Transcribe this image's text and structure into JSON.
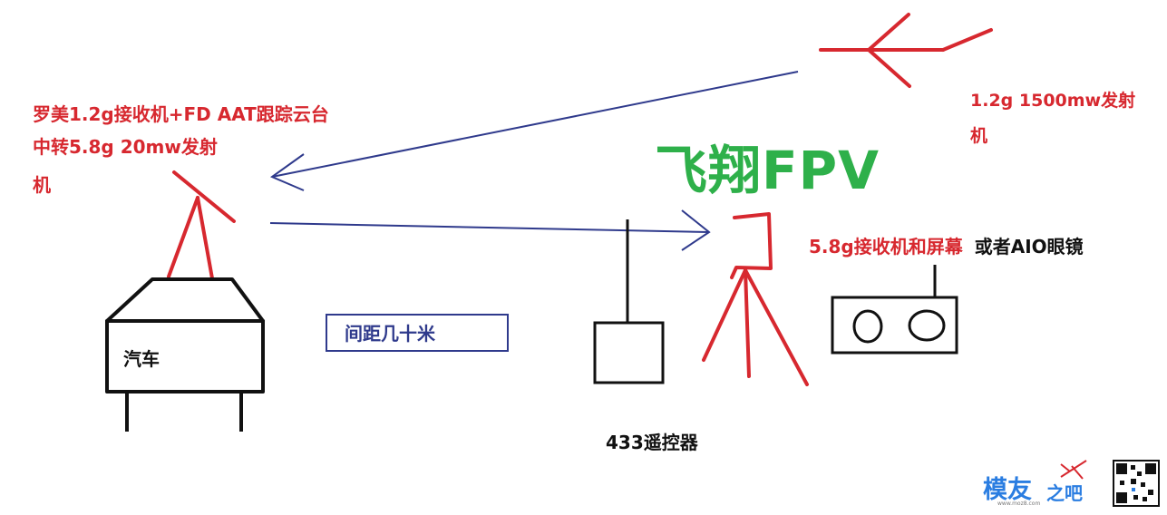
{
  "title": "飞翔FPV",
  "labels": {
    "receiver_line1": "罗美1.2g接收机+FD AAT跟踪云台",
    "receiver_line2": "中转5.8g 20mw发射",
    "receiver_line3": "机",
    "transmitter_line1": "1.2g 1500mw发射",
    "transmitter_line2": "机",
    "screen_red": "5.8g接收机和屏幕",
    "screen_black": "或者AIO眼镜",
    "car": "汽车",
    "distance": "间距几十米",
    "remote": "433遥控器"
  },
  "watermark": {
    "brand_a": "模友",
    "brand_b": "之吧",
    "url": "www.moz8.com"
  },
  "colors": {
    "red": "#d7282f",
    "navy": "#2f3a8c",
    "green": "#2eb04a",
    "black": "#111111",
    "watermark_blue": "#2a7de1"
  }
}
